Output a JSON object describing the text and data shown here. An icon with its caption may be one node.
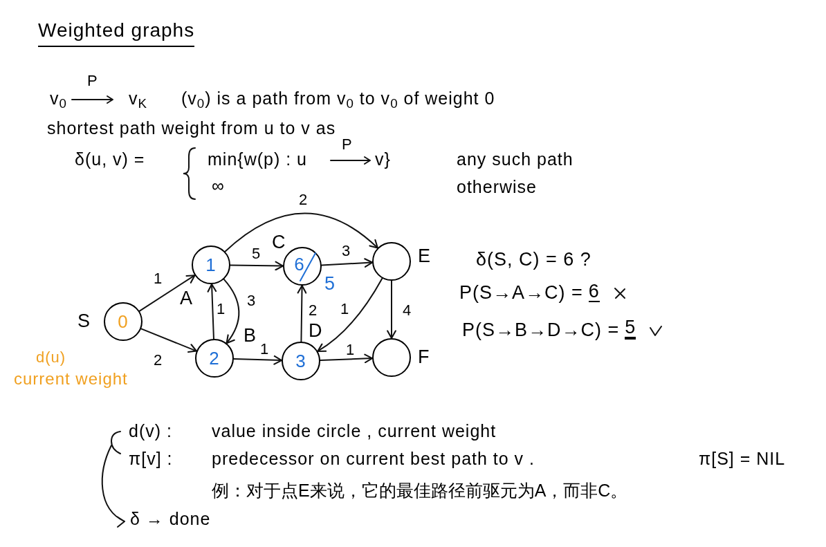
{
  "diagram": {
    "title": "Weighted graphs",
    "nodes": [
      {
        "text": [
          "0"
        ],
        "beside": [
          "S"
        ]
      },
      {
        "text": [
          "1"
        ],
        "beside": [
          "A"
        ]
      },
      {
        "text": [
          "2"
        ],
        "beside": [
          "B"
        ]
      },
      {
        "text": [
          "6"
        ],
        "beside": [
          "C",
          "5"
        ]
      },
      {
        "text": [
          "3"
        ],
        "beside": [
          "D"
        ]
      },
      {
        "text": [],
        "shape": "circle",
        "beside": [
          "E"
        ]
      },
      {
        "text": [],
        "shape": "circle",
        "beside": [
          "F"
        ]
      }
    ],
    "edges": [
      {
        "from": 0,
        "to": 1,
        "arrow": "to",
        "label": "1"
      },
      {
        "from": 0,
        "to": 2,
        "arrow": "to",
        "label": "2"
      },
      {
        "from": 1,
        "to": 5,
        "arrow": "to",
        "label": "2"
      },
      {
        "from": 1,
        "to": 3,
        "arrow": "to",
        "label": "5"
      },
      {
        "from": 2,
        "to": 1,
        "arrow": "to",
        "label": "1"
      },
      {
        "from": 1,
        "to": 2,
        "arrow": "to",
        "label": "3"
      },
      {
        "from": 3,
        "to": 5,
        "arrow": "to",
        "label": "3"
      },
      {
        "from": 4,
        "to": 3,
        "arrow": "to",
        "label": "2"
      },
      {
        "from": 2,
        "to": 4,
        "arrow": "to",
        "label": "1"
      },
      {
        "from": 5,
        "to": 4,
        "arrow": "to",
        "label": "1"
      },
      {
        "from": 5,
        "to": 6,
        "arrow": "to",
        "label": "4"
      },
      {
        "from": 4,
        "to": 6,
        "arrow": "to",
        "label": "1"
      }
    ],
    "labels": [
      "v$_{0}$",
      "P",
      "v$_{K}$",
      "(v$_{0}$) is a path from v$_{0}$ to v$_{0}$ of weight 0",
      "shortest path weight from u to v as",
      "δ(u, v) =",
      "min{w(p) : u",
      "P",
      "v}",
      "any such path",
      "∞",
      "otherwise",
      "δ(S, C) = 6 ?",
      "P(S→A→C) =",
      "6",
      "P(S→B→D→C) =",
      "5",
      "d(u)",
      "current weight",
      "d(v) :",
      "value inside circle , current weight",
      "π[v] :",
      "predecessor on current best path to v .",
      "π[S] = NIL",
      "例：对于点E来说，它的最佳路径前驱元为A，而非C。",
      "δ → done"
    ]
  }
}
